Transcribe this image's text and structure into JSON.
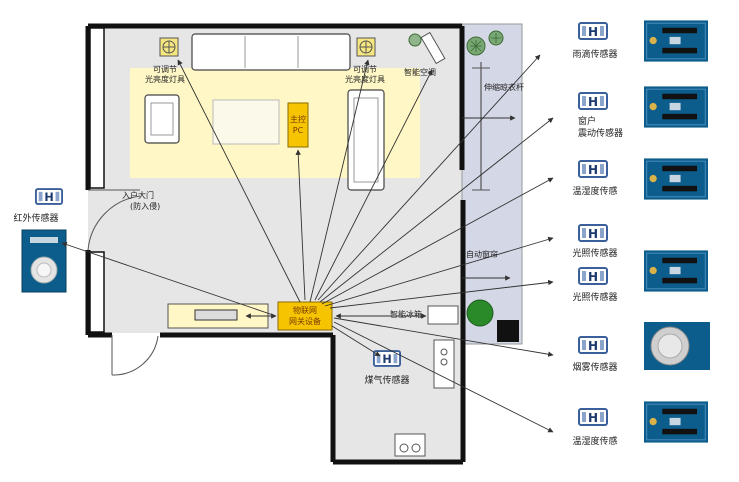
{
  "labels": {
    "dimmable_lamp_left_1": "可调节",
    "dimmable_lamp_left_2": "光亮度灯具",
    "dimmable_lamp_right_1": "可调节",
    "dimmable_lamp_right_2": "光亮度灯具",
    "smart_ac": "智能空调",
    "clothes_rack": "伸缩晾衣杆",
    "main_door_1": "入户大门",
    "main_door_2": "(防入侵)",
    "auto_curtain": "自动窗帘",
    "smart_fridge": "智能冰箱",
    "gateway_1": "物联网",
    "gateway_2": "网关设备",
    "host_pc_1": "主控",
    "host_pc_2": "PC",
    "gas_sensor": "煤气传感器",
    "ir_sensor": "红外传感器",
    "hub_badge": "H"
  },
  "sensors": [
    {
      "id": "rain",
      "label": "雨滴传感器"
    },
    {
      "id": "window_1",
      "label": "窗户"
    },
    {
      "id": "window_2",
      "label": "震动传感器"
    },
    {
      "id": "temp_humidity_1",
      "label": "温湿度传感"
    },
    {
      "id": "light_1",
      "label": "光照传感器"
    },
    {
      "id": "light_2",
      "label": "光照传感器"
    },
    {
      "id": "smoke",
      "label": "烟雾传感器"
    },
    {
      "id": "temp_humidity_2",
      "label": "温湿度传感"
    }
  ],
  "colors": {
    "floor": "#e6e6e6",
    "living_rug": "#fff7c6",
    "gateway": "#f6c400",
    "wall": "#111111",
    "board": "#0c5c8c",
    "badge_border": "#3a5f9a",
    "plant": "#2a8a2a",
    "balcony": "#d4d7e6"
  }
}
